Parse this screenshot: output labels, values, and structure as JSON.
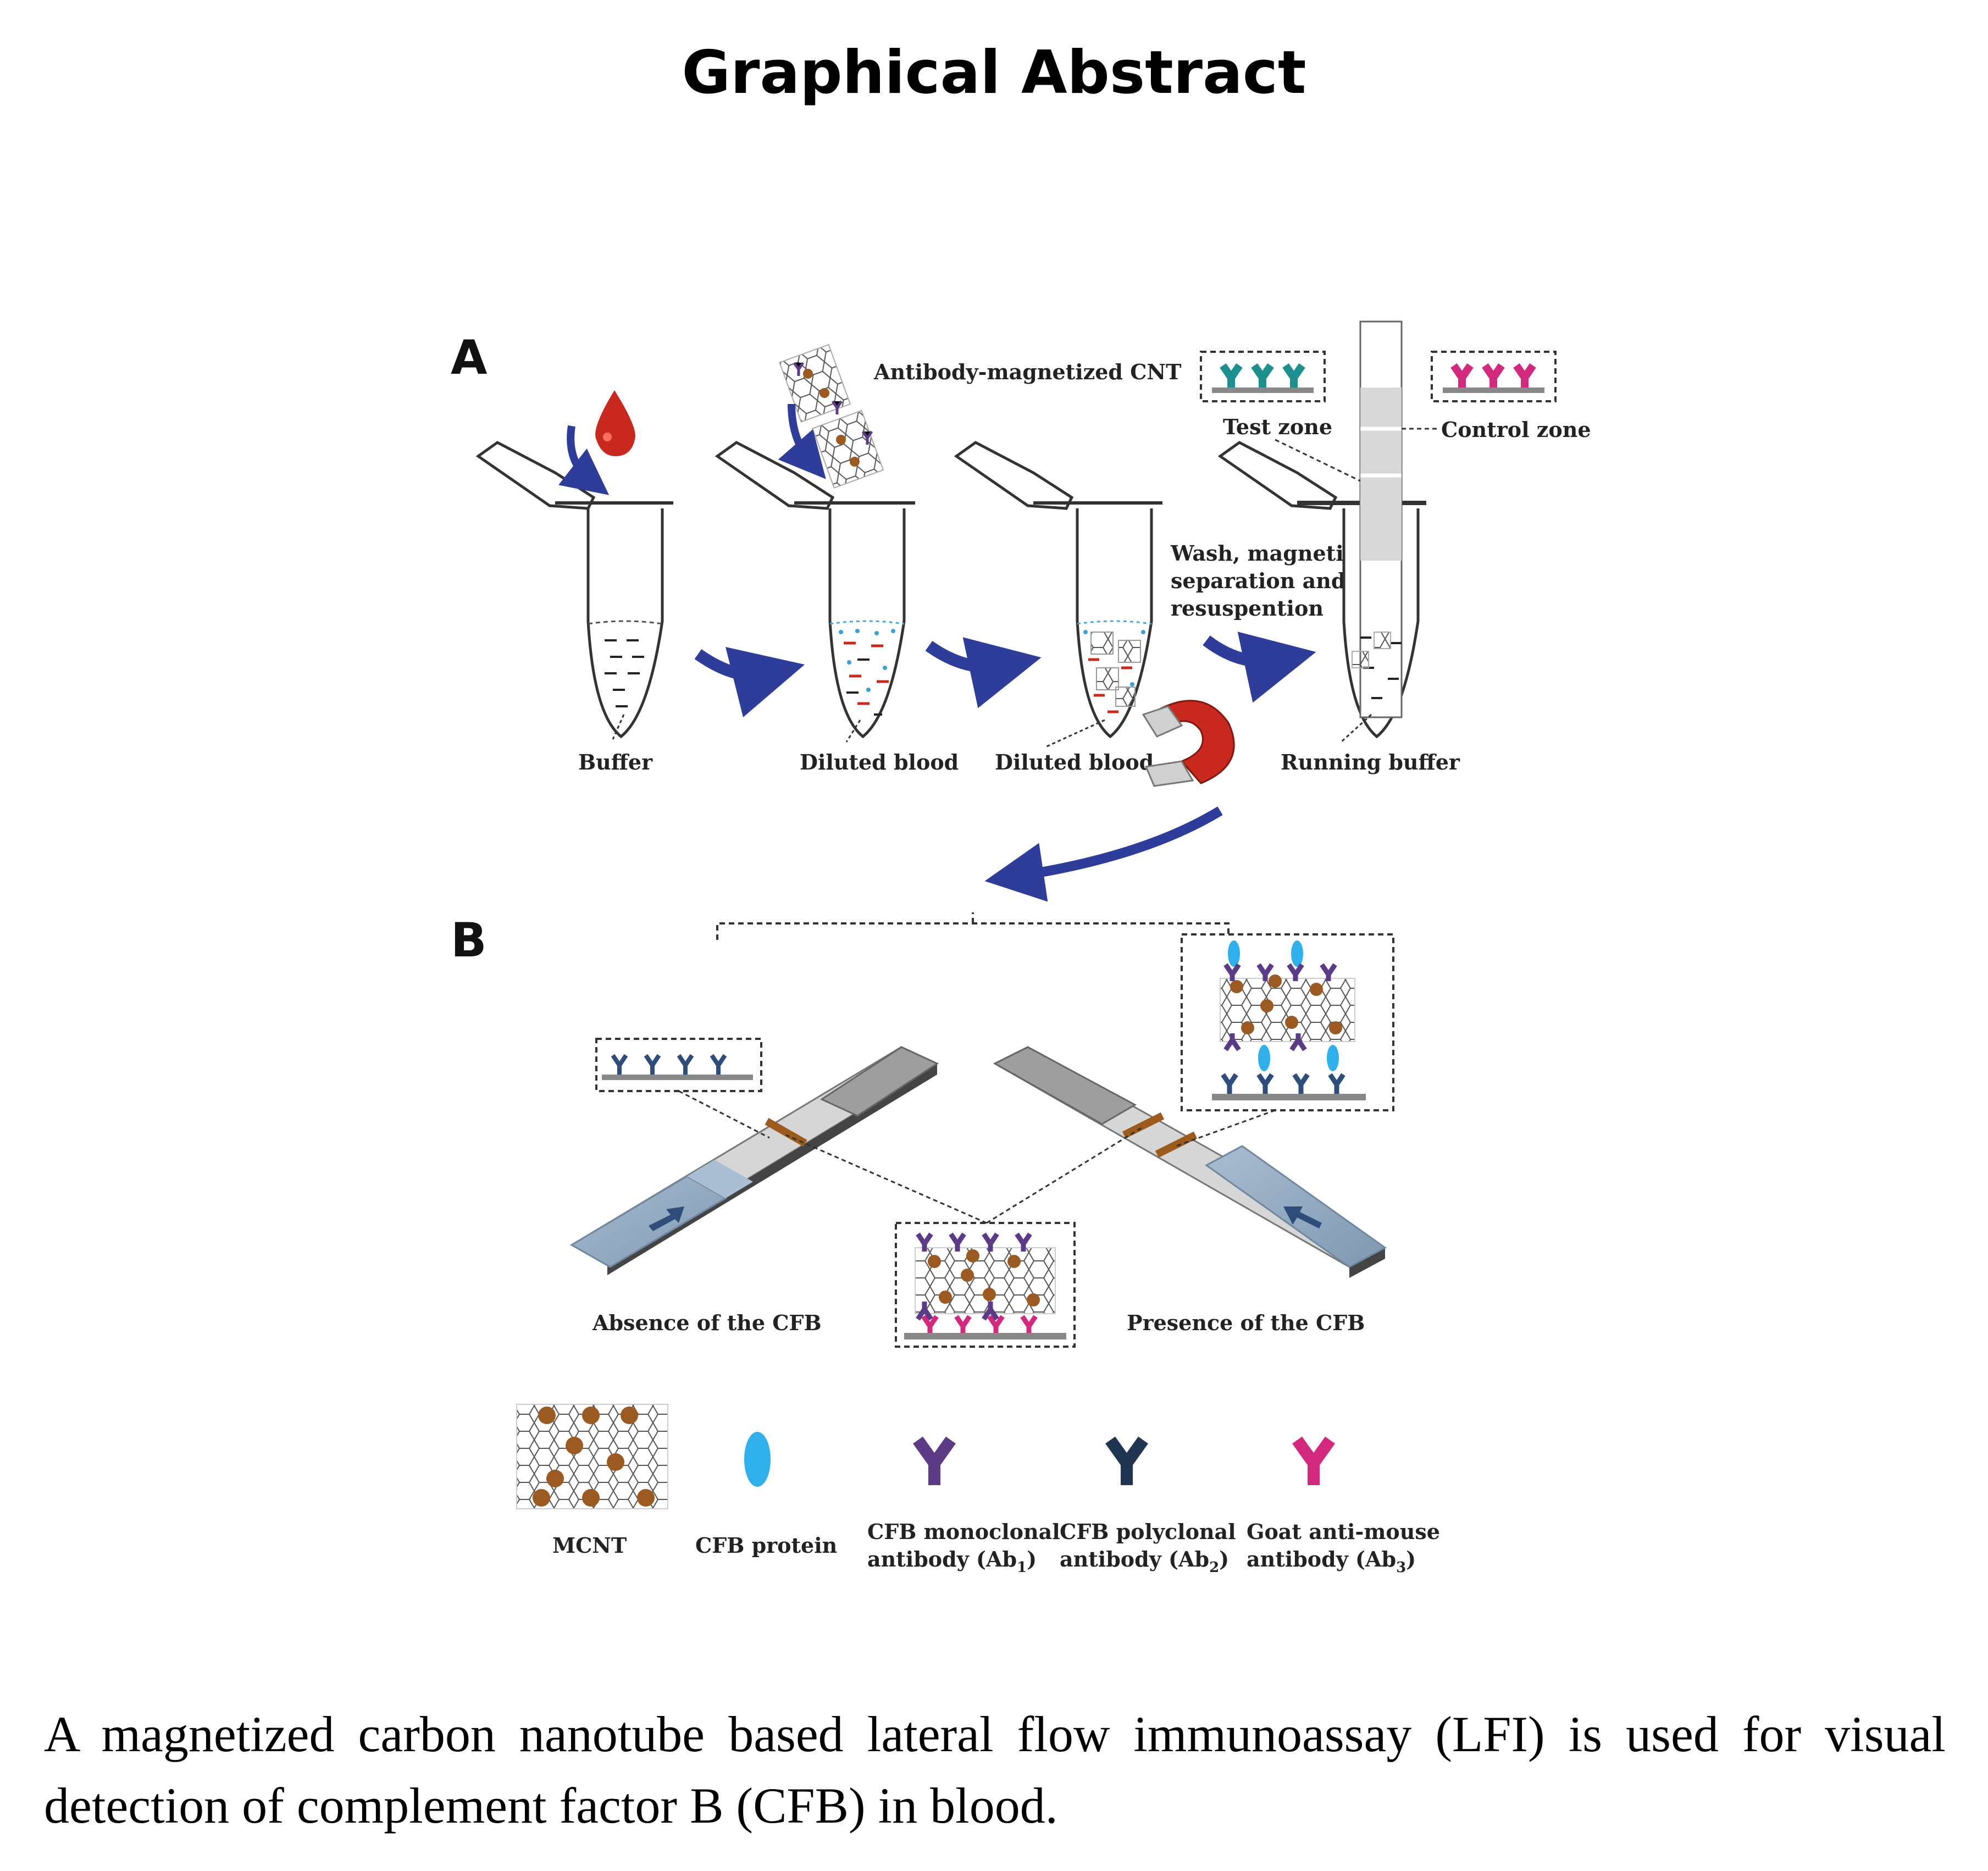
{
  "title": "Graphical Abstract",
  "panel_a": {
    "letter": "A",
    "antibody_cnt_label": "Antibody-magnetized CNT",
    "test_zone_label": "Test zone",
    "control_zone_label": "Control zone",
    "wash_label": [
      "Wash, magnetic",
      "separation and",
      "resuspention"
    ],
    "tube_labels": [
      "Buffer",
      "Diluted blood",
      "Diluted blood",
      "Running buffer"
    ]
  },
  "panel_b": {
    "letter": "B",
    "absence_label": "Absence of the CFB",
    "presence_label": "Presence of the CFB"
  },
  "legend": {
    "items": [
      {
        "lines": [
          "MCNT"
        ]
      },
      {
        "lines": [
          "CFB protein"
        ]
      },
      {
        "lines": [
          "CFB monoclonal",
          "antibody (Ab",
          "1",
          ")"
        ]
      },
      {
        "lines": [
          "CFB polyclonal",
          "antibody (Ab",
          "2",
          ")"
        ]
      },
      {
        "lines": [
          "Goat anti-mouse",
          "antibody (Ab",
          "3",
          ")"
        ]
      }
    ]
  },
  "caption": "A magnetized carbon nanotube based lateral flow immunoassay (LFI) is used for visual detection of complement factor B (CFB) in blood.",
  "colors": {
    "arrow": "#2f3d9a",
    "blood": "#c8281e",
    "test_antibody": "#1c8f8f",
    "control_antibody": "#d2287e",
    "ab1": "#5b3a86",
    "ab2": "#1f3552",
    "ab3": "#d2287e",
    "cfb": "#2fb0ea",
    "nanoparticle": "#9a5a22",
    "strip_pad": "#8ea7bf",
    "strip_line": "#9c5a1c"
  },
  "icons": [
    "blood-drop-icon",
    "magnet-icon",
    "microtube-icon",
    "antibody-icon",
    "nanotube-icon"
  ]
}
